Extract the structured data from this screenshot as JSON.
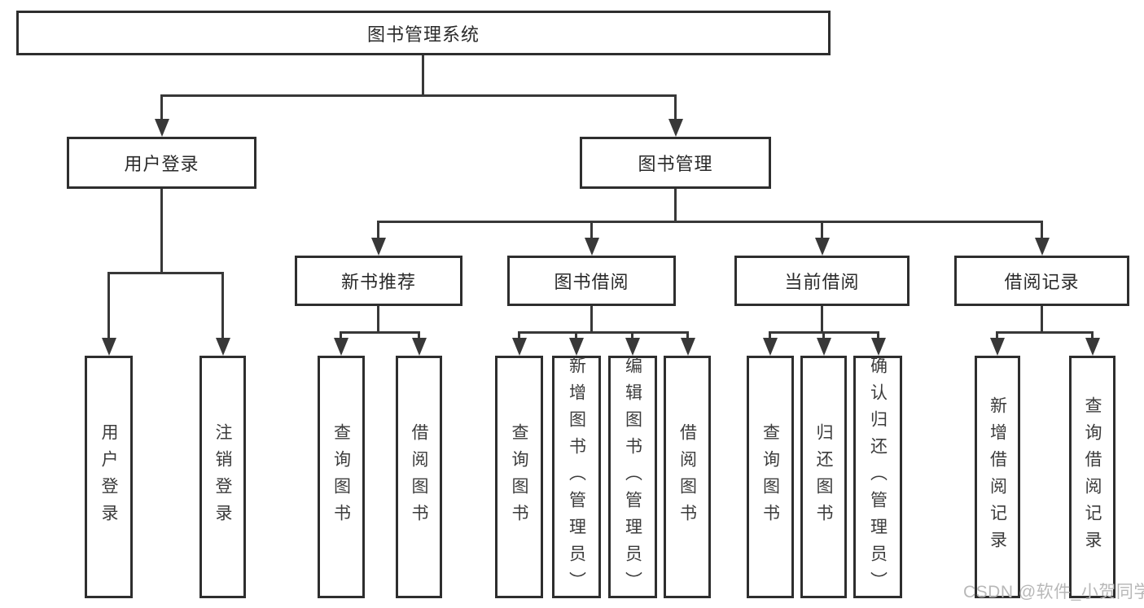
{
  "diagram_title": "图书管理系统",
  "nodes": {
    "root": "图书管理系统",
    "user_login": "用户登录",
    "book_management": "图书管理",
    "new_book_recommend": "新书推荐",
    "book_borrowing": "图书借阅",
    "current_borrowing": "当前借阅",
    "borrowing_records": "借阅记录",
    "user_login_leaf": "用户登录",
    "logout_leaf": "注销登录",
    "query_books_1": "查询图书",
    "borrow_books_1": "借阅图书",
    "query_books_2": "查询图书",
    "add_books_admin": "新增图书（管理员）",
    "edit_books_admin": "编辑图书（管理员）",
    "borrow_books_2": "借阅图书",
    "query_books_3": "查询图书",
    "return_books": "归还图书",
    "confirm_return_admin": "确认归还（管理员）",
    "add_borrow_record": "新增借阅记录",
    "query_borrow_record": "查询借阅记录"
  },
  "watermark": "CSDN @软件_小贺同学",
  "colors": {
    "line": "#383838",
    "box_border": "#2e2e2e",
    "text": "#2a2a2a",
    "watermark": "#b8b8b8",
    "background": "#ffffff"
  }
}
